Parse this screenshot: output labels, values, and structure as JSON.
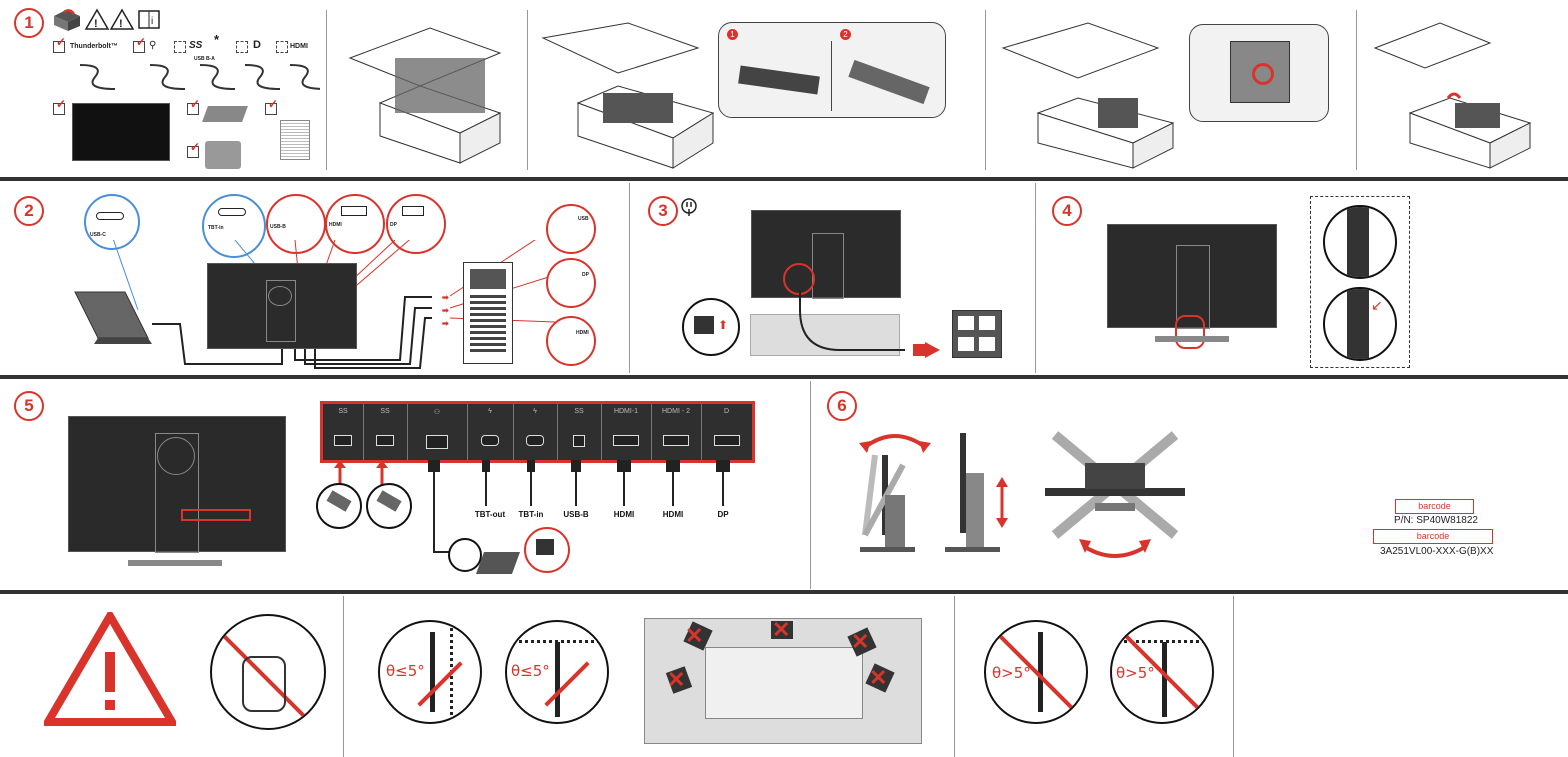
{
  "steps": {
    "s1": "1",
    "s2": "2",
    "s3": "3",
    "s4": "4",
    "s5": "5",
    "s6": "6"
  },
  "step1": {
    "options": {
      "thunderbolt": "Thunderbolt™",
      "usb_symbol": "SS",
      "usb_asterisk": "*",
      "usb_ba": "USB B-A",
      "hdmi": "HDMI"
    }
  },
  "step2": {
    "laptop_port": "USB-C",
    "ports": [
      "TBT-in",
      "USB-B",
      "HDMI",
      "DP"
    ],
    "pc_ports": [
      "USB",
      "DP",
      "HDMI"
    ]
  },
  "step5": {
    "port_headers": [
      "SS",
      "SS",
      "",
      "",
      "",
      "SS",
      "HDMI-1",
      "HDMI - 2",
      "D"
    ],
    "cable_labels": [
      "TBT-out",
      "TBT-in",
      "USB-B",
      "HDMI",
      "HDMI",
      "DP"
    ]
  },
  "labels": {
    "barcode1": "barcode",
    "pn": "P/N:  SP40W81822",
    "barcode2": "barcode",
    "serial": "3A251VL00-XXX-G(B)XX"
  },
  "warnings": {
    "ok_angle": "θ≤5°",
    "bad_angle": "θ>5°"
  },
  "colors": {
    "accent": "#d9342b",
    "dark": "#2b2b2b",
    "blue": "#4a8ed6"
  }
}
